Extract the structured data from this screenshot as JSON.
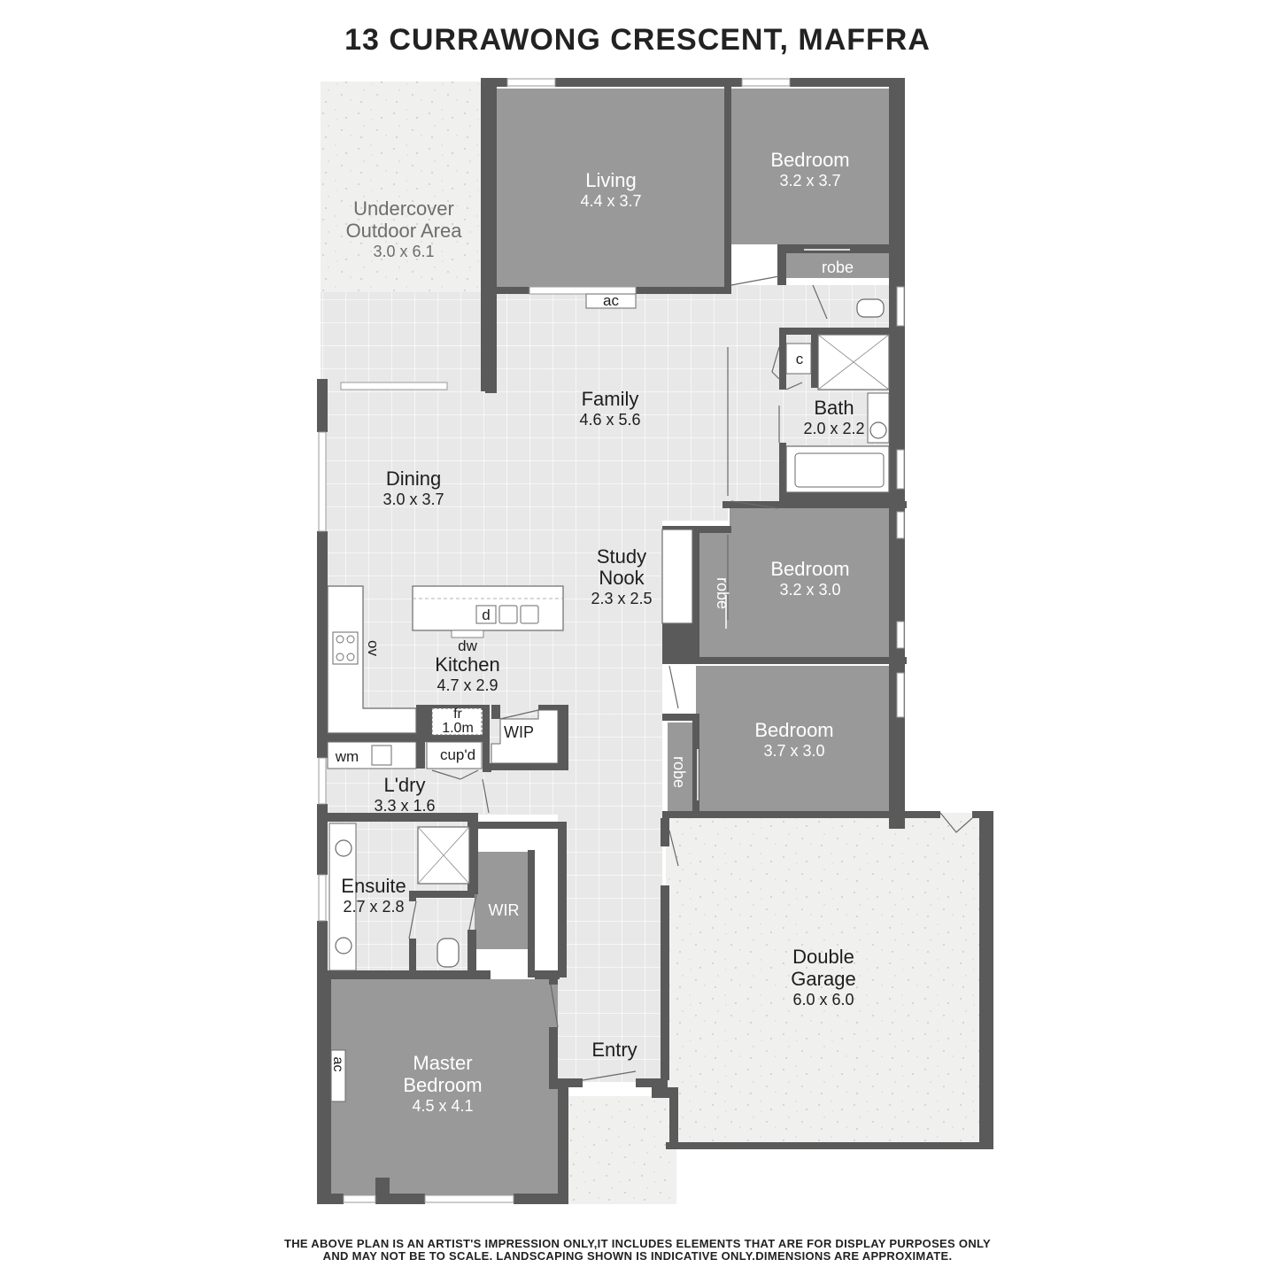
{
  "title": "13 CURRAWONG CRESCENT, MAFFRA",
  "disclaimer": {
    "line1": "THE ABOVE PLAN IS AN ARTIST'S IMPRESSION ONLY,IT INCLUDES ELEMENTS THAT ARE FOR DISPLAY PURPOSES ONLY",
    "line2": "AND MAY NOT BE TO SCALE. LANDSCAPING SHOWN IS INDICATIVE ONLY.DIMENSIONS ARE APPROXIMATE."
  },
  "colors": {
    "wall": "#5a5a5a",
    "dark_room": "#999999",
    "tile_floor": "#e8e8e8",
    "outdoor": "#f0f0ef",
    "label_dark": "#1e1e1e",
    "label_light": "#ffffff"
  },
  "rooms": {
    "undercover": {
      "name_line1": "Undercover",
      "name_line2": "Outdoor Area",
      "dims": "3.0 x 6.1"
    },
    "living": {
      "name": "Living",
      "dims": "4.4 x 3.7"
    },
    "bedroom_top": {
      "name": "Bedroom",
      "dims": "3.2 x 3.7"
    },
    "family": {
      "name": "Family",
      "dims": "4.6 x 5.6"
    },
    "dining": {
      "name": "Dining",
      "dims": "3.0 x 3.7"
    },
    "bath": {
      "name": "Bath",
      "dims": "2.0 x 2.2"
    },
    "study": {
      "name_line1": "Study",
      "name_line2": "Nook",
      "dims": "2.3 x 2.5"
    },
    "bedroom_mid": {
      "name": "Bedroom",
      "dims": "3.2 x 3.0"
    },
    "kitchen": {
      "name": "Kitchen",
      "dims": "4.7 x 2.9"
    },
    "bedroom_low": {
      "name": "Bedroom",
      "dims": "3.7 x 3.0"
    },
    "laundry": {
      "name": "L'dry",
      "dims": "3.3 x 1.6"
    },
    "ensuite": {
      "name": "Ensuite",
      "dims": "2.7 x 2.8"
    },
    "wir": {
      "name": "WIR"
    },
    "garage": {
      "name_line1": "Double",
      "name_line2": "Garage",
      "dims": "6.0 x 6.0"
    },
    "entry": {
      "name": "Entry"
    },
    "master": {
      "name_line1": "Master",
      "name_line2": "Bedroom",
      "dims": "4.5 x 4.1"
    }
  },
  "fixtures": {
    "robe_top": "robe",
    "robe_mid": "robe",
    "robe_low": "robe",
    "ac_family": "ac",
    "ac_master": "ac",
    "cupboard_bath": "c",
    "dishwasher": "dw",
    "dryer": "d",
    "oven": "ov",
    "fridge": "fr",
    "fridge_size": "1.0m",
    "wip": "WIP",
    "cupboard": "cup'd",
    "washing_machine": "wm"
  }
}
